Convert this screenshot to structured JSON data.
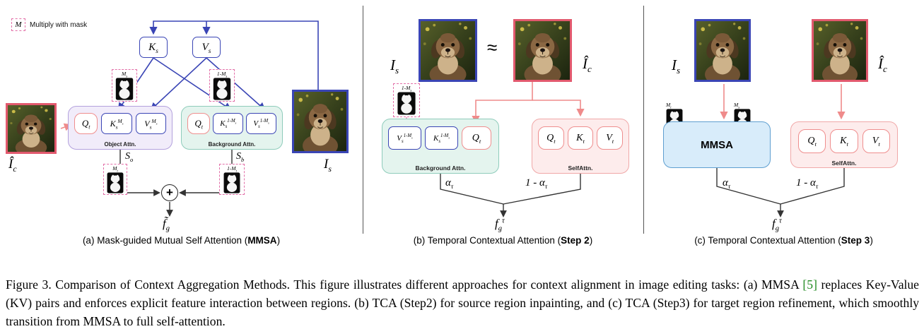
{
  "figure": {
    "legend": {
      "symbol": "M",
      "label": "Multiply with mask"
    },
    "panel_a": {
      "ks": "K_s",
      "vs": "V_s",
      "mask_ms": "M_s",
      "mask_1ms": "1-M_s",
      "mask_mt": "M_t",
      "mask_1mt": "1-M_t",
      "object_attn": {
        "qt": "Q_t",
        "k": "K_s^{M_s}",
        "v": "V_s^{M_s}",
        "label": "Object Attn."
      },
      "background_attn": {
        "qt": "Q_t",
        "k": "K_s^{1-M_s}",
        "v": "V_s^{1-M_s}",
        "label": "Background Attn."
      },
      "ic_label": "Î_c",
      "is_label": "I_s",
      "so": "S_o",
      "sb": "S_b",
      "plus_symbol": "+",
      "output": "f̃_g",
      "caption": {
        "prefix": "(a) Mask-guided Mutual Self Attention (",
        "bold": "MMSA",
        "suffix": ")"
      }
    },
    "panel_b": {
      "is_label": "I_s",
      "approx": "≈",
      "ic_label": "Î_c",
      "mask_1ms": "1-M_s",
      "background_attn": {
        "v": "V_s^{1-M_s}",
        "k": "K_s^{1-M_s}",
        "qt": "Q_t",
        "label": "Background Attn."
      },
      "self_attn": {
        "qt": "Q_t",
        "kt": "K_t",
        "vt": "V_t",
        "label": "SelfAttn."
      },
      "alpha": "α_τ",
      "one_minus_alpha": "1 - α_τ",
      "output": "f_g^{τ}",
      "caption": {
        "prefix": "(b) Temporal Contextual Attention (",
        "bold": "Step 2",
        "suffix": ")"
      }
    },
    "panel_c": {
      "is_label": "I_s",
      "ic_label": "Î_c",
      "mask_mt": "M_t",
      "mask_ms": "M_s",
      "mmsa_label": "MMSA",
      "self_attn": {
        "qt": "Q_t",
        "kt": "K_t",
        "vt": "V_t",
        "label": "SelfAttn."
      },
      "alpha": "α_τ",
      "one_minus_alpha": "1 - α_τ",
      "output": "f_g^{τ}",
      "caption": {
        "prefix": "(c) Temporal Contextual Attention (",
        "bold": "Step 3",
        "suffix": ")"
      }
    },
    "caption": {
      "before_cite": "Figure 3. Comparison of Context Aggregation Methods. This figure illustrates different approaches for context alignment in image editing tasks: (a) MMSA ",
      "cite": "[5]",
      "after_cite": " replaces Key-Value (KV) pairs and enforces explicit feature interaction between regions. (b) TCA (Step2) for source region inpainting, and (c) TCA (Step3) for target region refinement, which smoothly transition from MMSA to full self-attention."
    },
    "colors": {
      "blue_accent": "#3a45b5",
      "pink_accent": "#ef8b8b",
      "dashed_pink": "#e36fa8",
      "object_attn_bg": "#f1ecfa",
      "background_attn_bg": "#e4f4ee",
      "selfattn_bg": "#fdecec",
      "mmsa_bg": "#d8ecfa",
      "cite_green": "#228B22"
    }
  }
}
